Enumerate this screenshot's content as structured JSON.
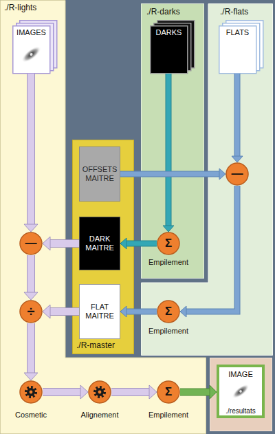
{
  "diagram": {
    "nodes": [
      {
        "text": [
          "./R-lights"
        ]
      },
      {
        "text": [
          "IMAGES"
        ],
        "in": 0
      },
      {
        "text": [
          "./R-darks"
        ]
      },
      {
        "text": [
          "DARKS"
        ],
        "in": 2
      },
      {
        "text": [
          "./R-flats"
        ]
      },
      {
        "text": [
          "FLATS"
        ],
        "in": 4
      },
      {
        "text": [
          "./R-master"
        ]
      },
      {
        "text": [
          "OFFSETS MAITRE"
        ],
        "in": 6
      },
      {
        "text": [
          "—"
        ],
        "in": 4
      },
      {
        "text": [
          "DARK MAITRE"
        ],
        "in": 6
      },
      {
        "text": [
          "—"
        ],
        "in": 0
      },
      {
        "text": [
          "Σ",
          "Empilement"
        ],
        "in": 2
      },
      {
        "text": [
          "FLAT MAITRE"
        ],
        "in": 6
      },
      {
        "text": [
          "÷"
        ],
        "in": 0
      },
      {
        "text": [
          "Σ",
          "Empilement"
        ],
        "in": 4
      },
      {
        "text": [
          "Cosmetic"
        ],
        "in": 0
      },
      {
        "text": [
          "Alignement"
        ],
        "in": 0
      },
      {
        "text": [
          "Σ",
          "Empilement"
        ],
        "in": 0
      },
      {
        "text": [
          "IMAGE",
          "./resultats"
        ]
      }
    ],
    "edges": [
      {
        "from": 1,
        "to": 10,
        "arrow": "to"
      },
      {
        "from": 3,
        "to": 11,
        "arrow": "to"
      },
      {
        "from": 5,
        "to": 8,
        "arrow": "to"
      },
      {
        "from": 7,
        "to": 8,
        "arrow": "to"
      },
      {
        "from": 8,
        "to": 14,
        "arrow": "to"
      },
      {
        "from": 11,
        "to": 9,
        "arrow": "to"
      },
      {
        "from": 14,
        "to": 12,
        "arrow": "to"
      },
      {
        "from": 9,
        "to": 10,
        "arrow": "to"
      },
      {
        "from": 12,
        "to": 13,
        "arrow": "to"
      },
      {
        "from": 10,
        "to": 13,
        "arrow": "to"
      },
      {
        "from": 13,
        "to": 15,
        "arrow": "to"
      },
      {
        "from": 15,
        "to": 16,
        "arrow": "to"
      },
      {
        "from": 16,
        "to": 17,
        "arrow": "to"
      },
      {
        "from": 17,
        "to": 18,
        "arrow": "to"
      }
    ]
  }
}
